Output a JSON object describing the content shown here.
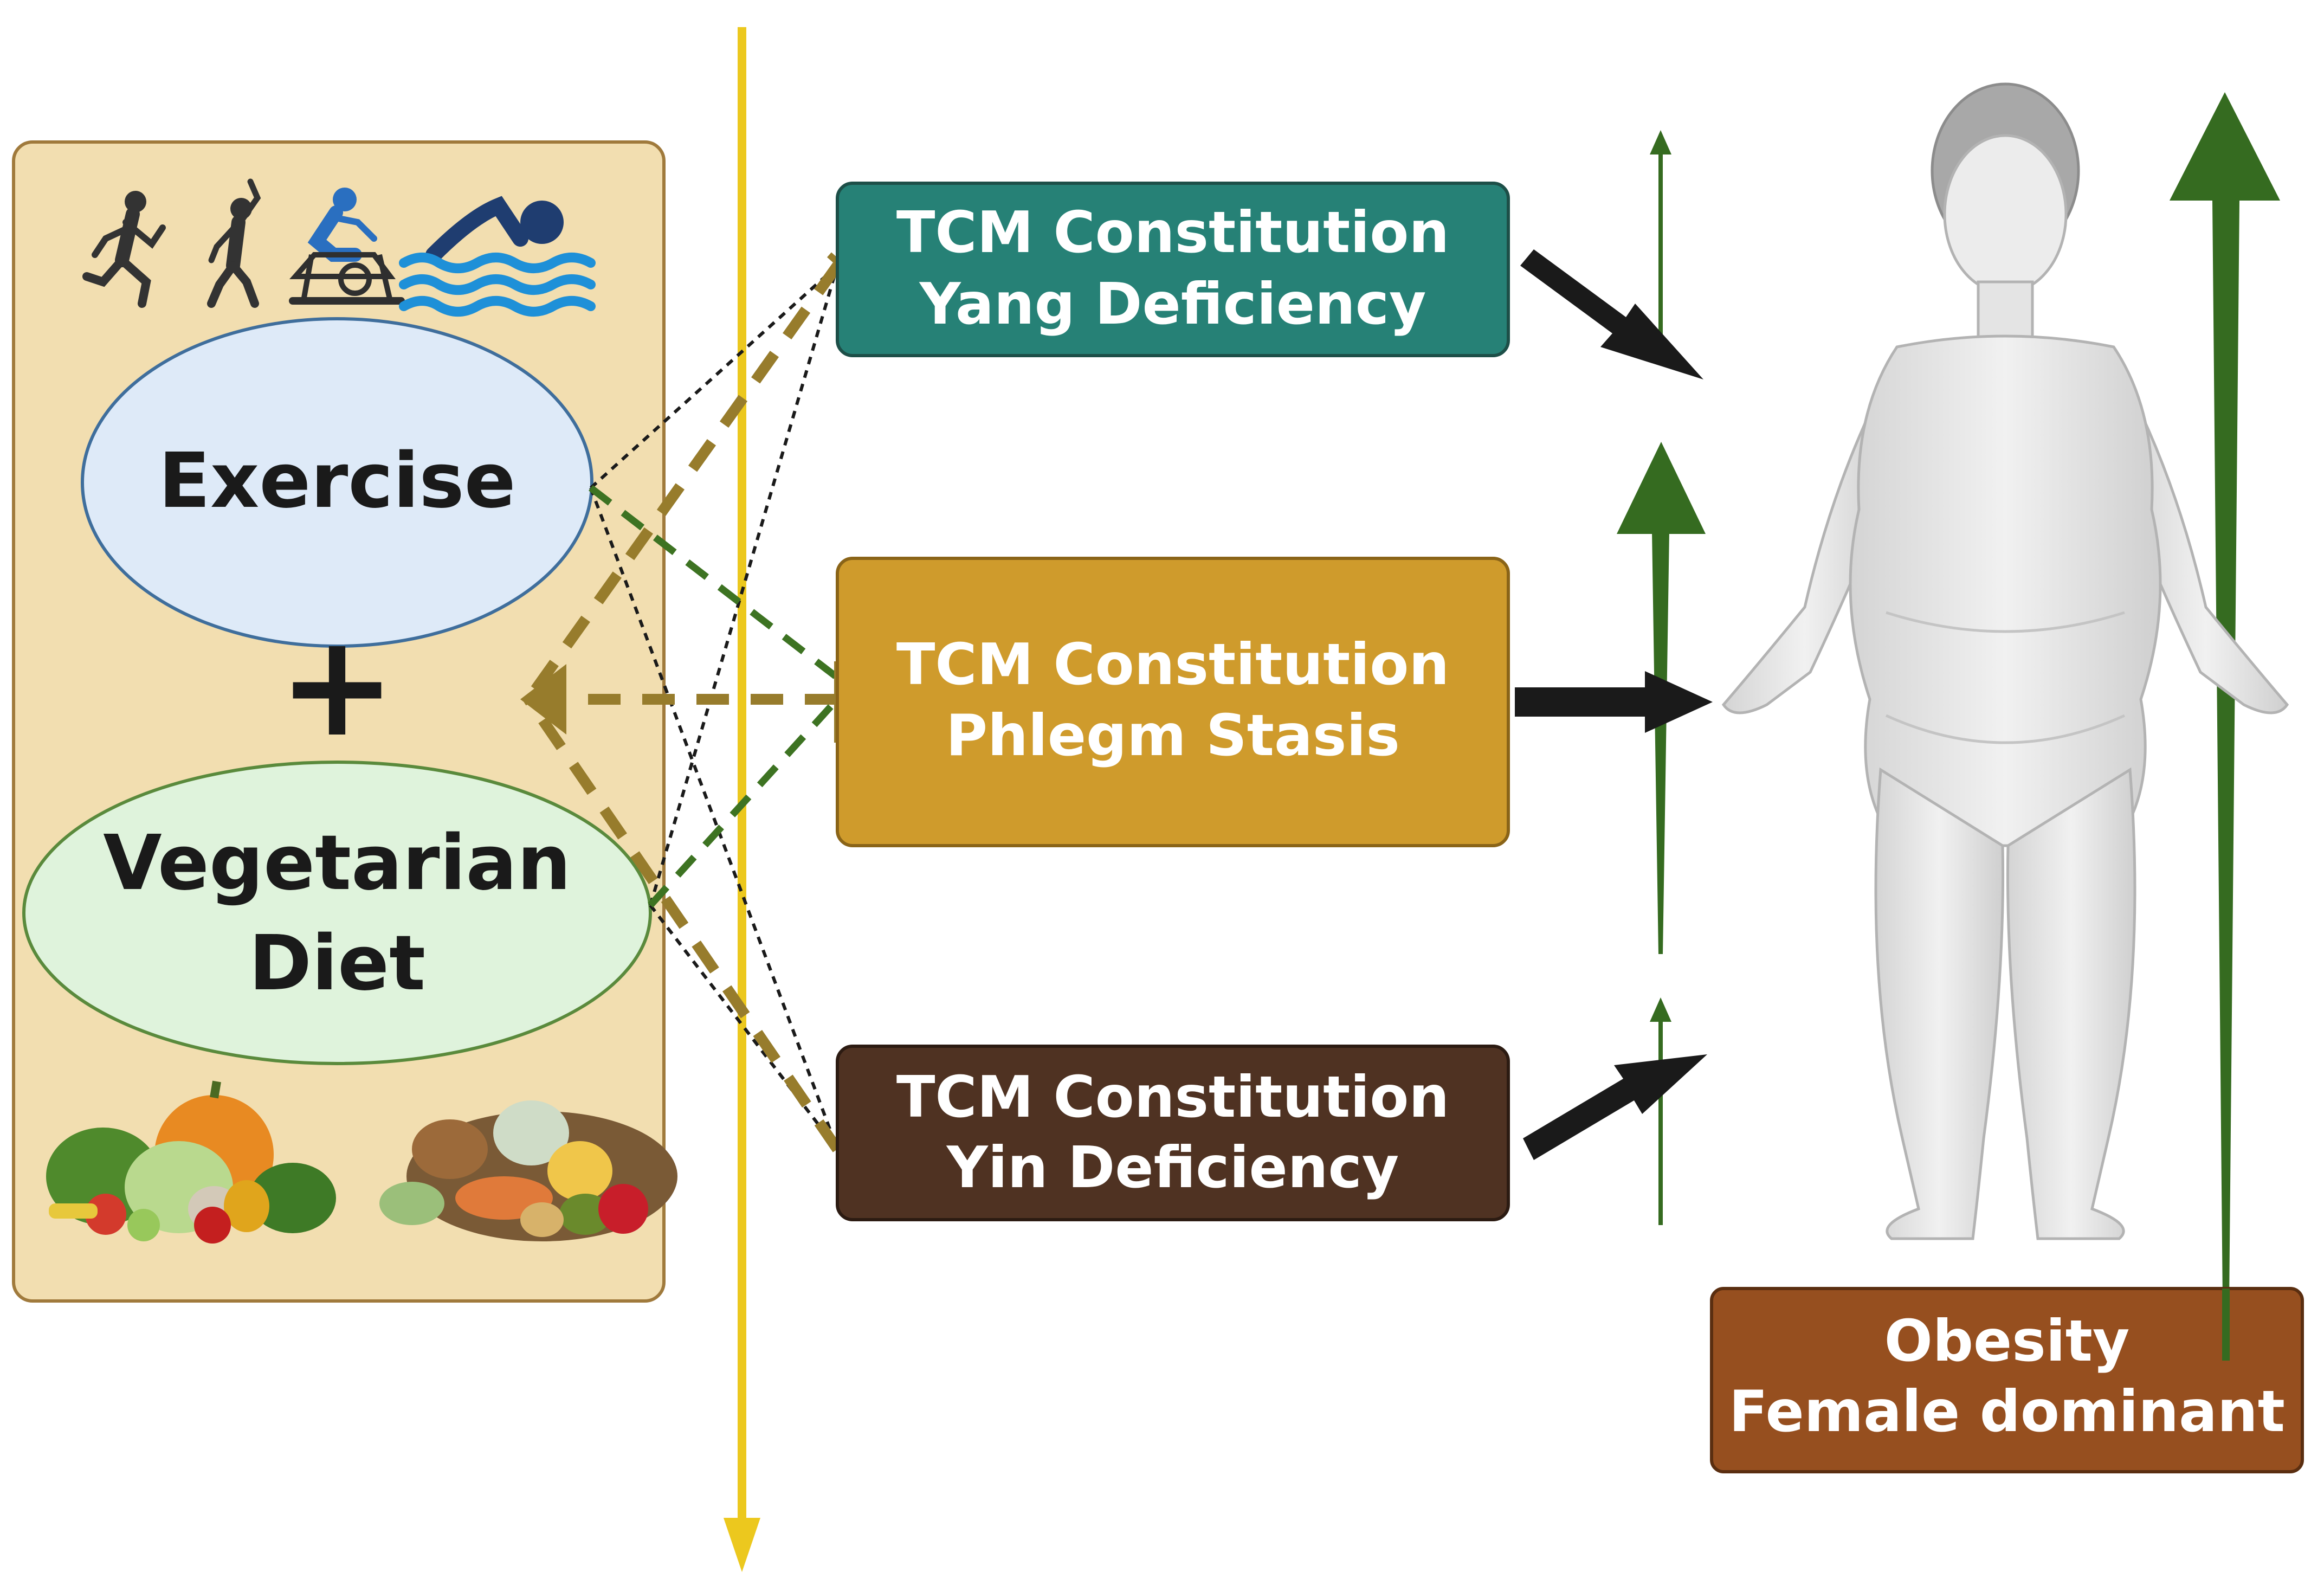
{
  "left_panel": {
    "exercise_label": "Exercise",
    "plus_sign": "+",
    "diet_line1": "Vegetarian",
    "diet_line2": "Diet"
  },
  "boxes": {
    "yang": {
      "line1": "TCM Constitution",
      "line2": "Yang Deficiency"
    },
    "phlegm": {
      "line1": "TCM Constitution",
      "line2": "Phlegm Stasis"
    },
    "yin": {
      "line1": "TCM Constitution",
      "line2": "Yin Deficiency"
    }
  },
  "obesity": {
    "line1": "Obesity",
    "line2": "Female dominant"
  },
  "colors": {
    "panel_bg": "#f2deb0",
    "panel_border": "#a07a3c",
    "exercise_fill": "#deeaf8",
    "exercise_stroke": "#3f6e9c",
    "diet_fill": "#dff3dc",
    "diet_stroke": "#5a8a3c",
    "yang_box": "#268176",
    "phlegm_box": "#cf9b2c",
    "yin_box": "#4f3222",
    "obesity_box": "#964f1f",
    "yellow_axis": "#ecc81e",
    "green_arrow": "#356b20",
    "olive_dash": "#977c2c",
    "green_dash": "#3d7322",
    "black_arrow": "#1a1a1a"
  },
  "icons": [
    "runner-icon",
    "stretching-icon",
    "cycling-icon",
    "swimmer-icon",
    "vegetables-icon",
    "fruits-icon",
    "female-body-figure"
  ]
}
